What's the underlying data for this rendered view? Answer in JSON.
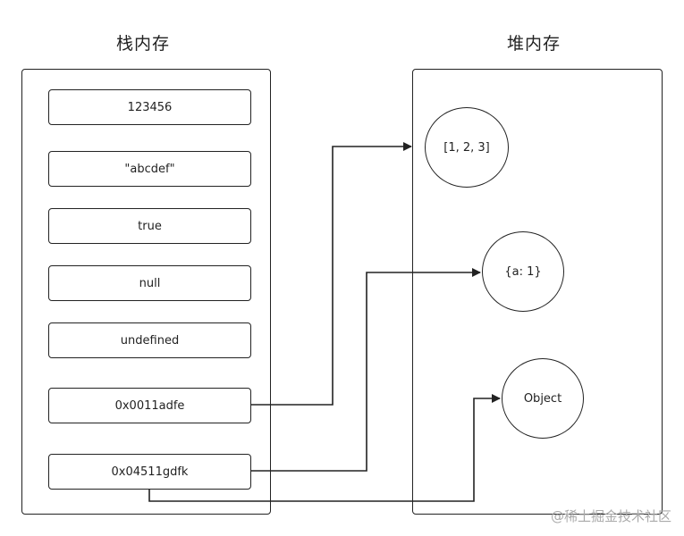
{
  "stack": {
    "title": "栈内存",
    "cells": [
      "123456",
      "\"abcdef\"",
      "true",
      "null",
      "undefined",
      "0x0011adfe",
      "0x04511gdfk"
    ]
  },
  "heap": {
    "title": "堆内存",
    "items": [
      "[1, 2, 3]",
      "{a: 1}",
      "Object"
    ]
  },
  "watermark": "@稀土掘金技术社区",
  "colors": {
    "stroke": "#222222",
    "background": "#ffffff",
    "watermark": "#aaaaaa"
  }
}
